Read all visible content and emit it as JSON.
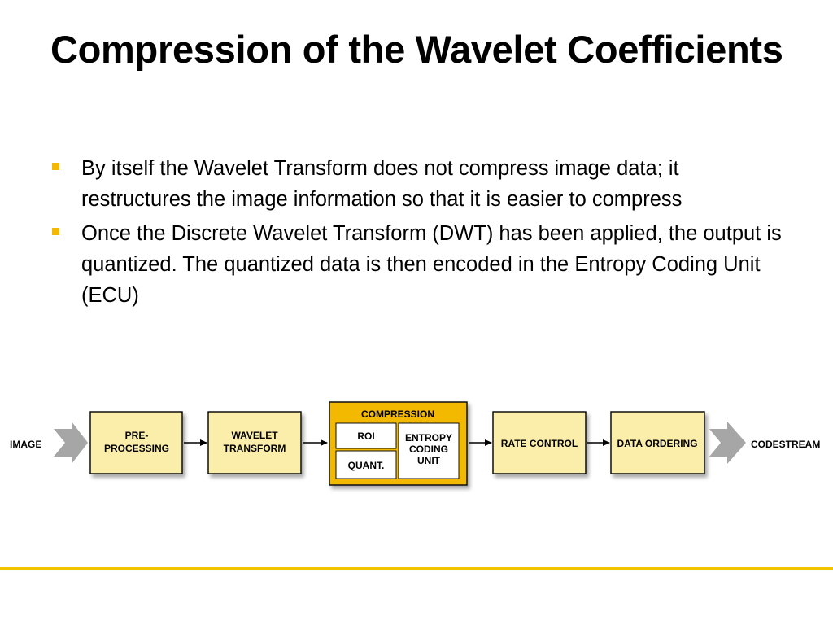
{
  "slide": {
    "title": "Compression of the Wavelet Coefficients",
    "bullets": [
      "By itself the Wavelet Transform does not compress image data; it restructures the image information so that it is easier to compress",
      "Once the Discrete Wavelet Transform (DWT) has been applied, the output is quantized. The quantized data is then encoded in the Entropy Coding Unit (ECU)"
    ]
  },
  "diagram": {
    "input_label": "IMAGE",
    "preprocessing": [
      "PRE-",
      "PROCESSING"
    ],
    "wavelet": [
      "WAVELET",
      "TRANSFORM"
    ],
    "compression_title": "COMPRESSION",
    "roi": "ROI",
    "quant": "QUANT.",
    "entropy": [
      "ENTROPY",
      "CODING",
      "UNIT"
    ],
    "rate_control": "RATE CONTROL",
    "data_ordering": "DATA ORDERING",
    "output_label": "CODESTREAM"
  },
  "colors": {
    "accent": "#f3b800",
    "box_fill": "#fbeeaa",
    "arrow_gray": "#a6a6a6",
    "rule": "#f3c300"
  }
}
